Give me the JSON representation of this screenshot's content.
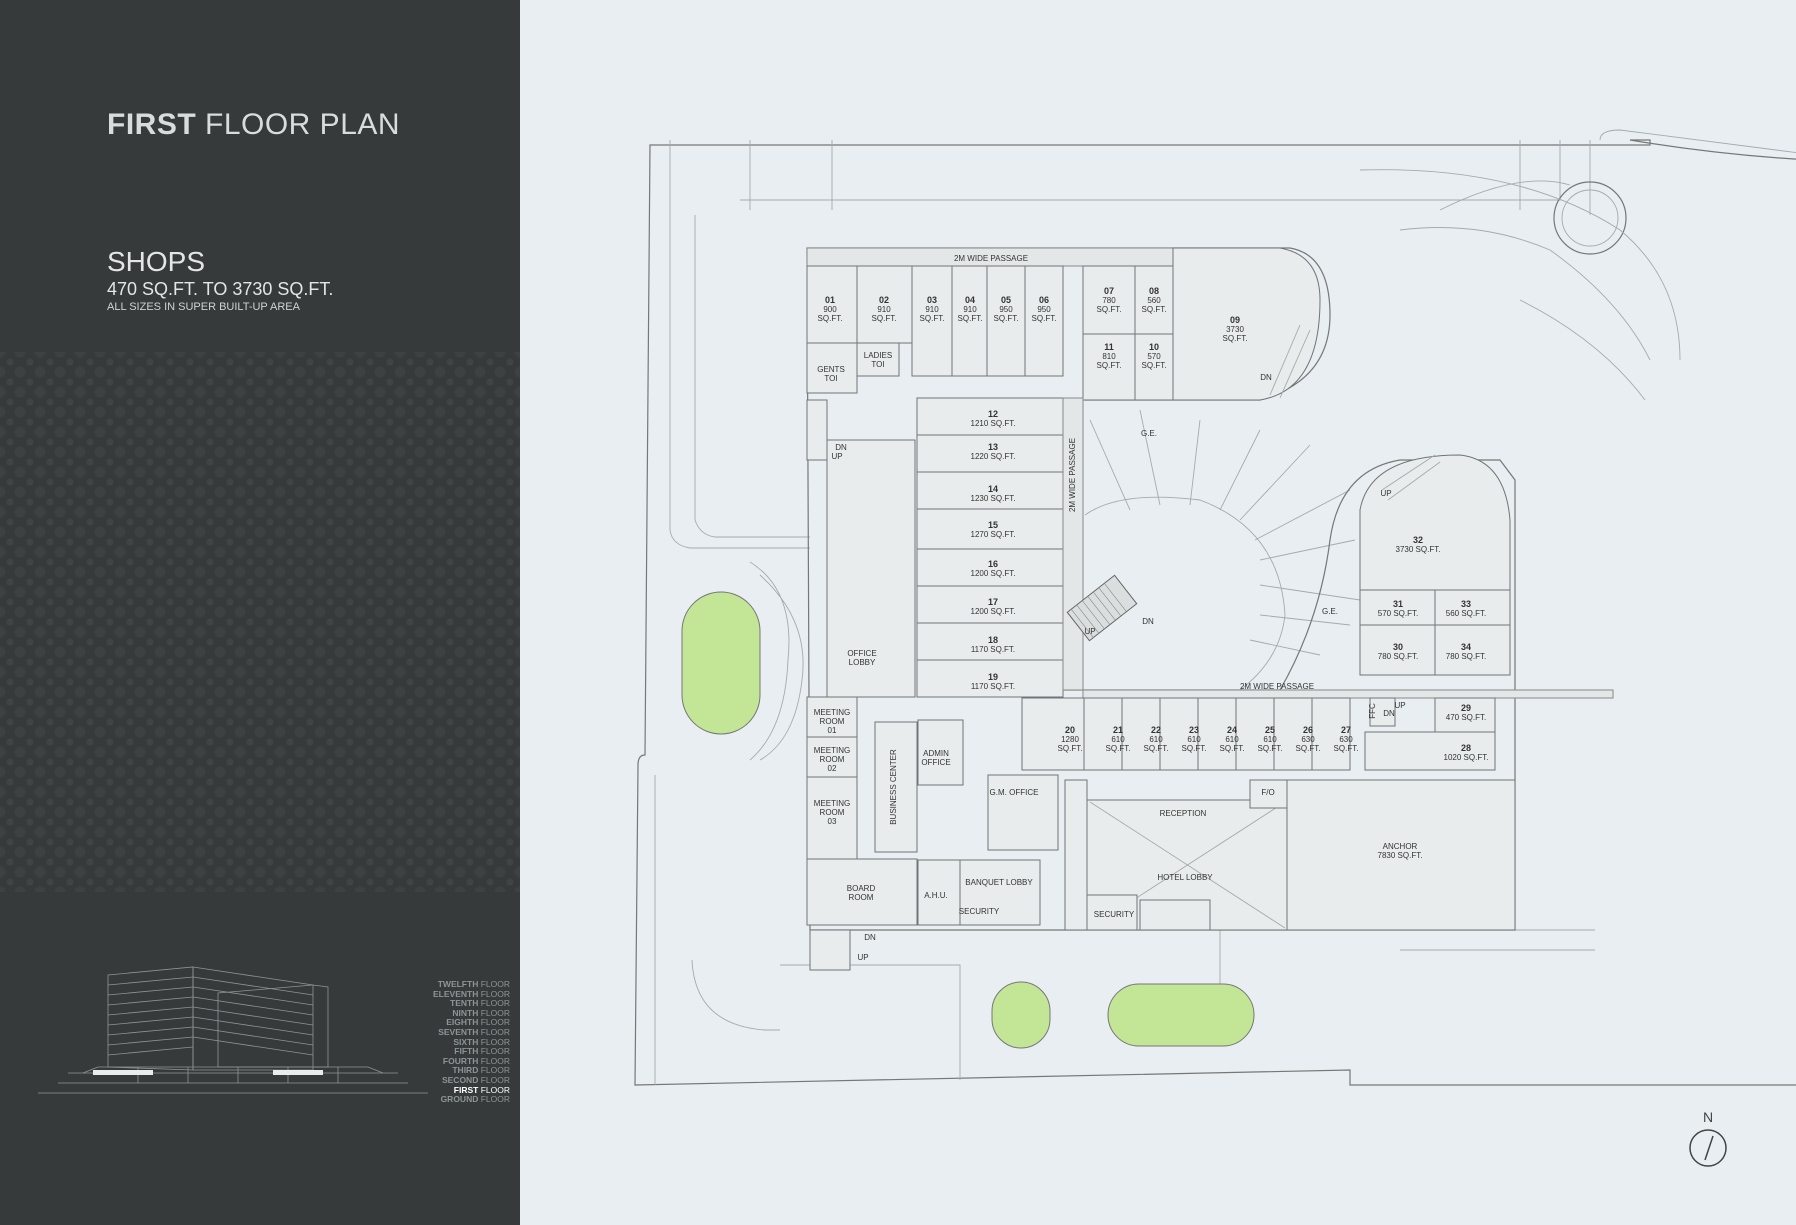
{
  "title": {
    "bold": "FIRST",
    "rest": " FLOOR PLAN"
  },
  "shops": {
    "heading": "SHOPS",
    "range": "470 SQ.FT. TO 3730 SQ.FT.",
    "note": "ALL SIZES IN SUPER BUILT-UP AREA"
  },
  "floors": [
    {
      "name": "TWELFTH",
      "word": "FLOOR",
      "current": false
    },
    {
      "name": "ELEVENTH",
      "word": "FLOOR",
      "current": false
    },
    {
      "name": "TENTH",
      "word": "FLOOR",
      "current": false
    },
    {
      "name": "NINTH",
      "word": "FLOOR",
      "current": false
    },
    {
      "name": "EIGHTH",
      "word": "FLOOR",
      "current": false
    },
    {
      "name": "SEVENTH",
      "word": "FLOOR",
      "current": false
    },
    {
      "name": "SIXTH",
      "word": "FLOOR",
      "current": false
    },
    {
      "name": "FIFTH",
      "word": "FLOOR",
      "current": false
    },
    {
      "name": "FOURTH",
      "word": "FLOOR",
      "current": false
    },
    {
      "name": "THIRD",
      "word": "FLOOR",
      "current": false
    },
    {
      "name": "SECOND",
      "word": "FLOOR",
      "current": false
    },
    {
      "name": "FIRST",
      "word": "FLOOR",
      "current": true
    },
    {
      "name": "GROUND",
      "word": "FLOOR",
      "current": false
    }
  ],
  "plan": {
    "passages": {
      "top": "2M WIDE PASSAGE",
      "vertical": "2M WIDE PASSAGE",
      "bottom": "2M WIDE PASSAGE"
    },
    "shops": [
      {
        "no": "01",
        "area": "900",
        "unit": "SQ.FT."
      },
      {
        "no": "02",
        "area": "910",
        "unit": "SQ.FT."
      },
      {
        "no": "03",
        "area": "910",
        "unit": "SQ.FT."
      },
      {
        "no": "04",
        "area": "910",
        "unit": "SQ.FT."
      },
      {
        "no": "05",
        "area": "950",
        "unit": "SQ.FT."
      },
      {
        "no": "06",
        "area": "950",
        "unit": "SQ.FT."
      },
      {
        "no": "07",
        "area": "780",
        "unit": "SQ.FT."
      },
      {
        "no": "08",
        "area": "560",
        "unit": "SQ.FT."
      },
      {
        "no": "09",
        "area": "3730",
        "unit": "SQ.FT."
      },
      {
        "no": "11",
        "area": "810",
        "unit": "SQ.FT."
      },
      {
        "no": "10",
        "area": "570",
        "unit": "SQ.FT."
      },
      {
        "no": "12",
        "area": "1210 SQ.FT."
      },
      {
        "no": "13",
        "area": "1220 SQ.FT."
      },
      {
        "no": "14",
        "area": "1230 SQ.FT."
      },
      {
        "no": "15",
        "area": "1270 SQ.FT."
      },
      {
        "no": "16",
        "area": "1200 SQ.FT."
      },
      {
        "no": "17",
        "area": "1200 SQ.FT."
      },
      {
        "no": "18",
        "area": "1170 SQ.FT."
      },
      {
        "no": "19",
        "area": "1170 SQ.FT."
      },
      {
        "no": "20",
        "area": "1280",
        "unit": "SQ.FT."
      },
      {
        "no": "21",
        "area": "610",
        "unit": "SQ.FT."
      },
      {
        "no": "22",
        "area": "610",
        "unit": "SQ.FT."
      },
      {
        "no": "23",
        "area": "610",
        "unit": "SQ.FT."
      },
      {
        "no": "24",
        "area": "610",
        "unit": "SQ.FT."
      },
      {
        "no": "25",
        "area": "610",
        "unit": "SQ.FT."
      },
      {
        "no": "26",
        "area": "630",
        "unit": "SQ.FT."
      },
      {
        "no": "27",
        "area": "630",
        "unit": "SQ.FT."
      },
      {
        "no": "29",
        "area": "470 SQ.FT."
      },
      {
        "no": "28",
        "area": "1020 SQ.FT."
      },
      {
        "no": "32",
        "area": "3730 SQ.FT."
      },
      {
        "no": "31",
        "area": "570 SQ.FT."
      },
      {
        "no": "33",
        "area": "560 SQ.FT."
      },
      {
        "no": "30",
        "area": "780 SQ.FT."
      },
      {
        "no": "34",
        "area": "780 SQ.FT."
      }
    ],
    "anchor": {
      "name": "ANCHOR",
      "area": "7830 SQ.FT."
    },
    "rooms": {
      "gents": [
        "GENTS",
        "TOI"
      ],
      "ladies": [
        "LADIES",
        "TOI"
      ],
      "office_lobby": [
        "OFFICE",
        "LOBBY"
      ],
      "meeting1": [
        "MEETING",
        "ROOM",
        "01"
      ],
      "meeting2": [
        "MEETING",
        "ROOM",
        "02"
      ],
      "meeting3": [
        "MEETING",
        "ROOM",
        "03"
      ],
      "board": [
        "BOARD",
        "ROOM"
      ],
      "business": "BUSINESS CENTER",
      "admin": [
        "ADMIN",
        "OFFICE"
      ],
      "gm": "G.M. OFFICE",
      "ahu": "A.H.U.",
      "banquet": "BANQUET LOBBY",
      "security1": "SECURITY",
      "reception": "RECEPTION",
      "hotel_lobby": "HOTEL LOBBY",
      "security2": "SECURITY",
      "fo": "F/O",
      "ge1": "G.E.",
      "ge2": "G.E.",
      "ffc": "FFC"
    },
    "stairs": {
      "up": "UP",
      "dn": "DN"
    }
  },
  "compass": "N"
}
